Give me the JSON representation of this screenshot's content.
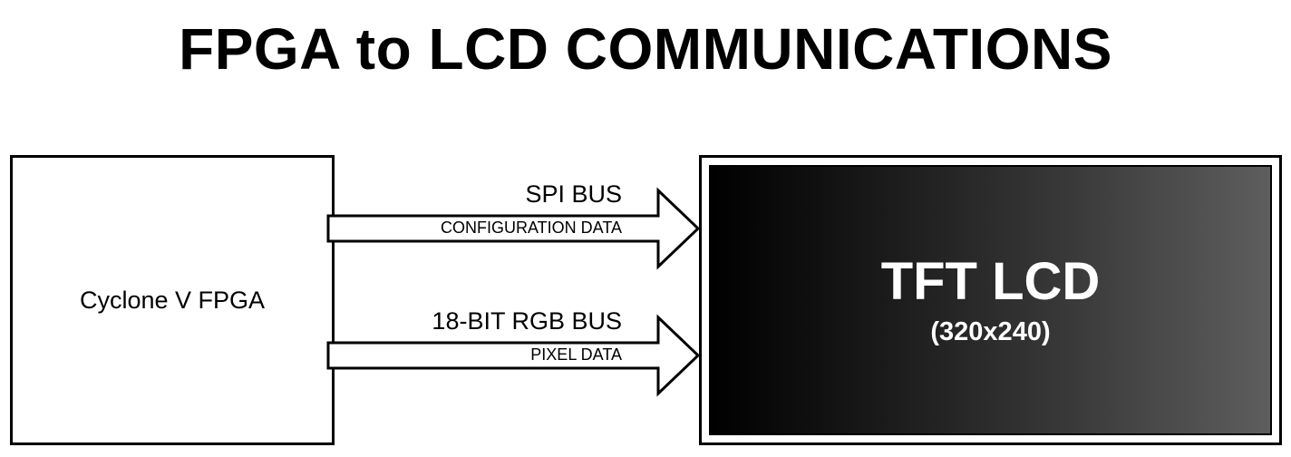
{
  "title": "FPGA to LCD COMMUNICATIONS",
  "source": {
    "label": "Cyclone V FPGA"
  },
  "target": {
    "title": "TFT LCD",
    "subtitle": "(320x240)"
  },
  "buses": [
    {
      "name": "SPI BUS",
      "description": "CONFIGURATION DATA"
    },
    {
      "name": "18-BIT RGB BUS",
      "description": "PIXEL DATA"
    }
  ]
}
